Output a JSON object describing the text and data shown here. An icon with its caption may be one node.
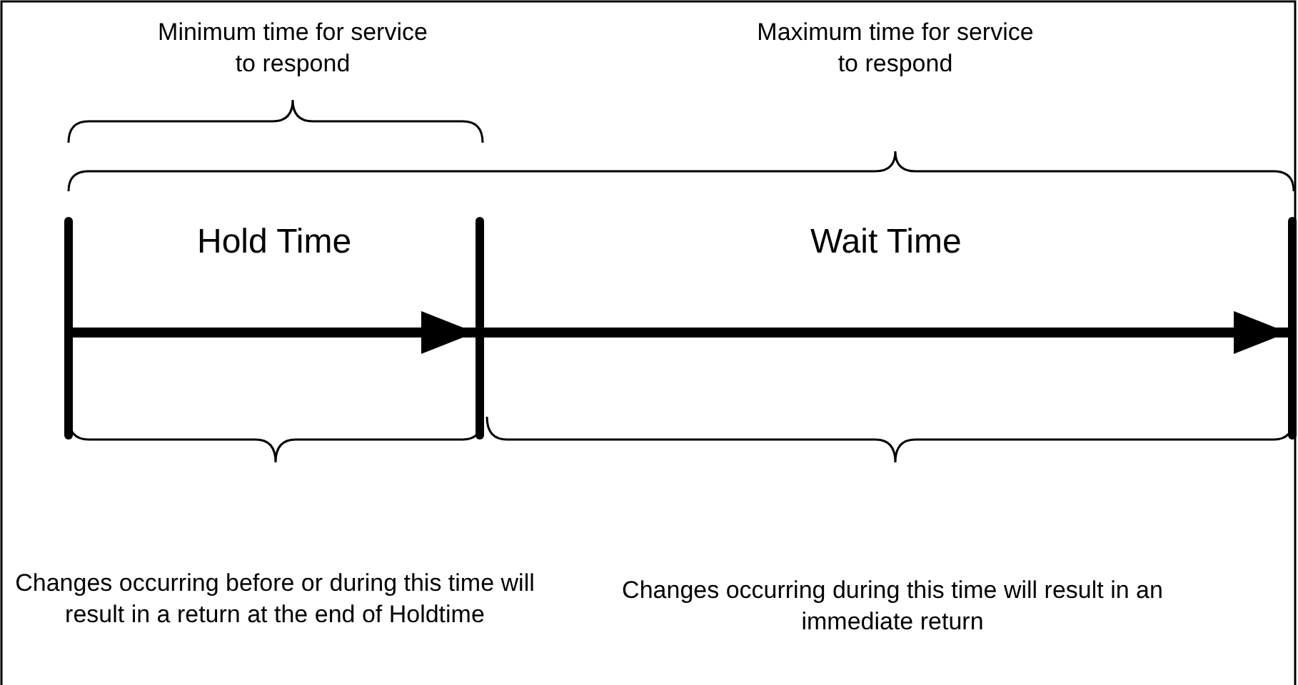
{
  "diagram": {
    "nodes": [
      {
        "text": [],
        "shape": "bar"
      },
      {
        "text": [],
        "shape": "bar"
      },
      {
        "text": [],
        "shape": "bar"
      }
    ],
    "edges": [
      {
        "from": 0,
        "to": 1,
        "arrow": "to",
        "label": "Hold Time"
      },
      {
        "from": 1,
        "to": 2,
        "arrow": "to",
        "label": "Wait Time"
      }
    ],
    "labels": [
      "Minimum time for service to respond",
      "Maximum time for service to respond",
      "Changes occurring before or during this time will result in a return at the end of Holdtime",
      "Changes occurring during this time will result in an immediate return"
    ]
  }
}
